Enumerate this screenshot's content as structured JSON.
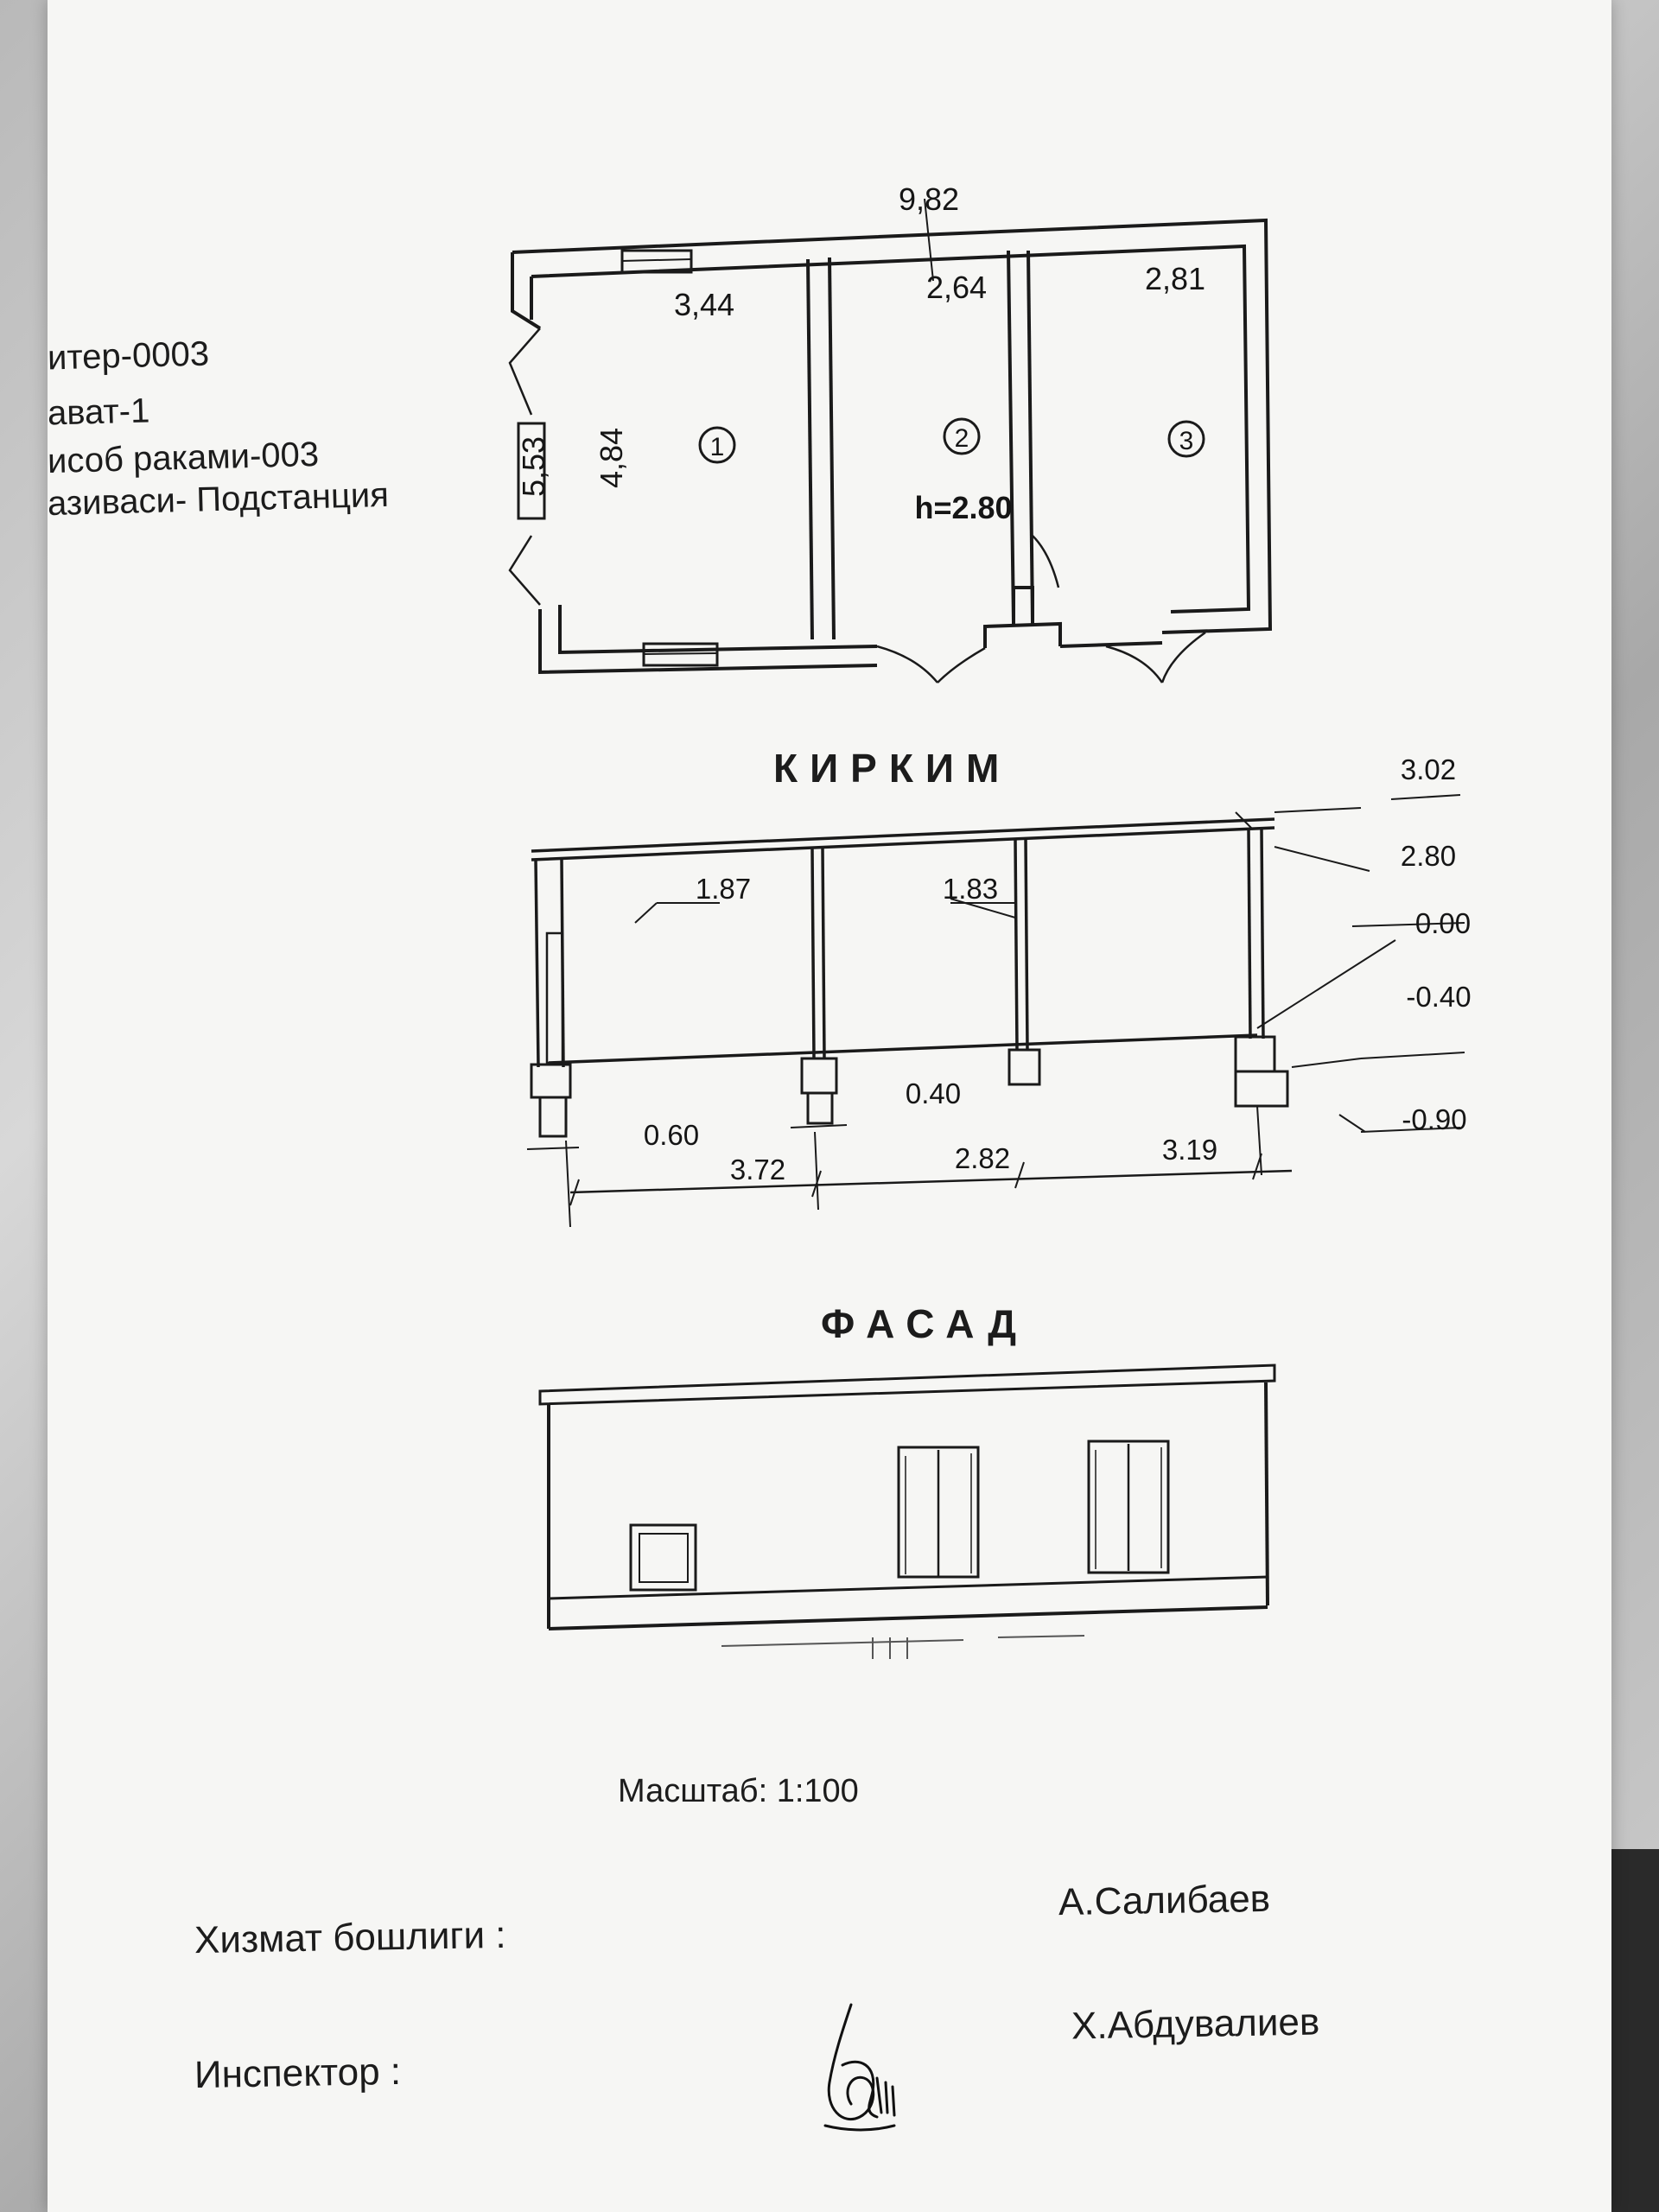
{
  "header": {
    "lines": [
      "итер-0003",
      "ават-1",
      "исоб раками-003",
      "азиваси- Подстанция"
    ]
  },
  "plan": {
    "overall_width": "9,82",
    "room_widths": [
      "3,44",
      "2,64",
      "2,81"
    ],
    "room_numbers": [
      "1",
      "2",
      "3"
    ],
    "outer_depth": "5,53",
    "inner_depth": "4,84",
    "height_label": "h=2.80"
  },
  "section": {
    "title": "КИРКИМ",
    "levels": [
      "3.02",
      "2.80",
      "0.00",
      "-0.40",
      "-0.90"
    ],
    "window_heights": [
      "1.87",
      "1.83"
    ],
    "footing_widths": [
      "0.60",
      "0.40"
    ],
    "spans": [
      "3.72",
      "2.82",
      "3.19"
    ]
  },
  "facade": {
    "title": "ФАСАД"
  },
  "footer": {
    "scale": "Масштаб: 1:100",
    "role1_label": "Хизмат бошлиги :",
    "role1_name": "А.Салибаев",
    "role2_label": "Инспектор :",
    "role2_name": "Х.Абдувалиев",
    "signature_text": "Аби"
  }
}
